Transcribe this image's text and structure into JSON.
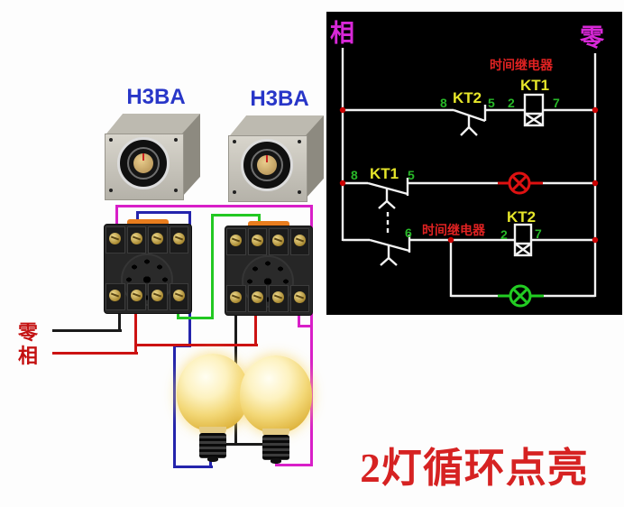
{
  "caption": "2灯循环点亮",
  "photos": {
    "timer1_label": "H3BA",
    "timer2_label": "H3BA"
  },
  "wiring": {
    "neutral_label": "零",
    "phase_label": "相"
  },
  "schematic": {
    "phase_label": "相",
    "neutral_label": "零",
    "row1": {
      "caption": "时间继电器",
      "coil_name": "KT1",
      "contact_name": "KT2",
      "contact_pin_left": "8",
      "contact_pin_right": "5",
      "coil_pin_left": "2",
      "coil_pin_right": "7"
    },
    "row2": {
      "contact_name": "KT1",
      "contact_pin_left": "8",
      "contact_pin_right": "5",
      "contact_pin_lower": "6"
    },
    "row3": {
      "caption": "时间继电器",
      "coil_name": "KT2",
      "coil_pin_left": "2",
      "coil_pin_right": "7"
    }
  },
  "colors": {
    "schematic_bg": "#000000",
    "schematic_line": "#f2f2f2",
    "junction_dot": "#cc0000",
    "rail_label": "#d828d8",
    "relay_caption": "#e02222",
    "relay_name": "#e6e62a",
    "pin_number": "#28b828",
    "lamp_red": "#dd1111",
    "lamp_green": "#22cc22",
    "caption_red": "#d62222",
    "photo_label_blue": "#2836c8",
    "wire_magenta": "#d81fc8",
    "wire_blue": "#2424ac",
    "wire_green": "#22c822",
    "wire_red": "#cc1212",
    "wire_black": "#1a1a1a"
  }
}
